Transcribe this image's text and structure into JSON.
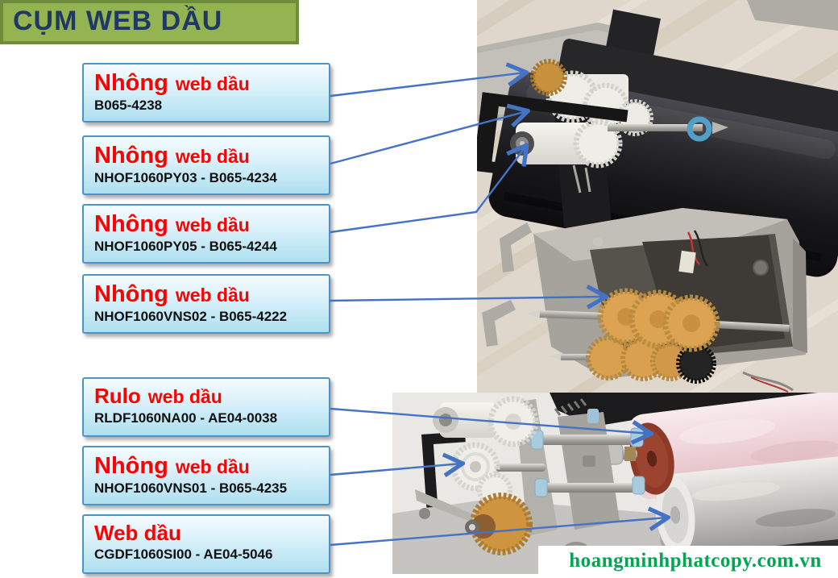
{
  "banner": {
    "text": "CỤM WEB DẦU"
  },
  "labels": [
    {
      "title_big": "Nhông",
      "title_small": "web dầu",
      "part": "B065-4238"
    },
    {
      "title_big": "Nhông",
      "title_small": "web dầu",
      "part": "NHOF1060PY03 - B065-4234"
    },
    {
      "title_big": "Nhông",
      "title_small": "web dầu",
      "part": "NHOF1060PY05 - B065-4244"
    },
    {
      "title_big": "Nhông",
      "title_small": "web dầu",
      "part": "NHOF1060VNS02 - B065-4222"
    },
    {
      "title_big": "Rulo",
      "title_small": "web dầu",
      "part": "RLDF1060NA00 - AE04-0038"
    },
    {
      "title_big": "Nhông",
      "title_small": "web dầu",
      "part": "NHOF1060VNS01 - B065-4235"
    },
    {
      "title_big": "Web dầu",
      "title_small": "",
      "part": "CGDF1060SI00 - AE04-5046"
    }
  ],
  "watermark": {
    "text": "hoangminhphatcopy.com.vn"
  },
  "colors": {
    "banner_bg": "#94B351",
    "banner_border": "#6F8C3C",
    "banner_text": "#1F3864",
    "callout_border": "#4B93C8",
    "callout_fill_top": "#F5FBFE",
    "callout_fill_bottom": "#AEDFF0",
    "label_title": "#FF0000",
    "label_part": "#111111",
    "connector": "#4472C4",
    "watermark_text": "#00A651"
  }
}
